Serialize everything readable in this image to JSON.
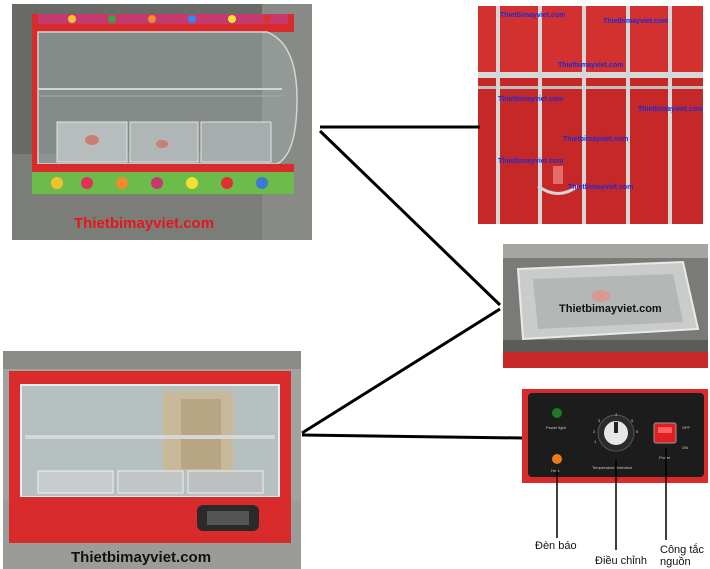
{
  "watermarks": {
    "main": "Thietbimayviet.com",
    "tray": "Thietbimayviet.com",
    "grid": "Thietbimayviet.com"
  },
  "control_panel": {
    "power_light": "Power light",
    "heat": "Heat",
    "temp_selection": "Temperature Selection",
    "power": "Power",
    "off": "OFF",
    "on": "ON",
    "dial_numbers": [
      "1",
      "2",
      "3",
      "4",
      "5",
      "6"
    ]
  },
  "callouts": {
    "indicator": "Đèn báo",
    "adjust": "Điều chỉnh",
    "switch": "Công tắc nguồn"
  },
  "colors": {
    "red": "#d92b2b",
    "dark_red": "#b01818",
    "watermark_red": "#e8141c",
    "watermark_blue": "#1a2bd8"
  }
}
